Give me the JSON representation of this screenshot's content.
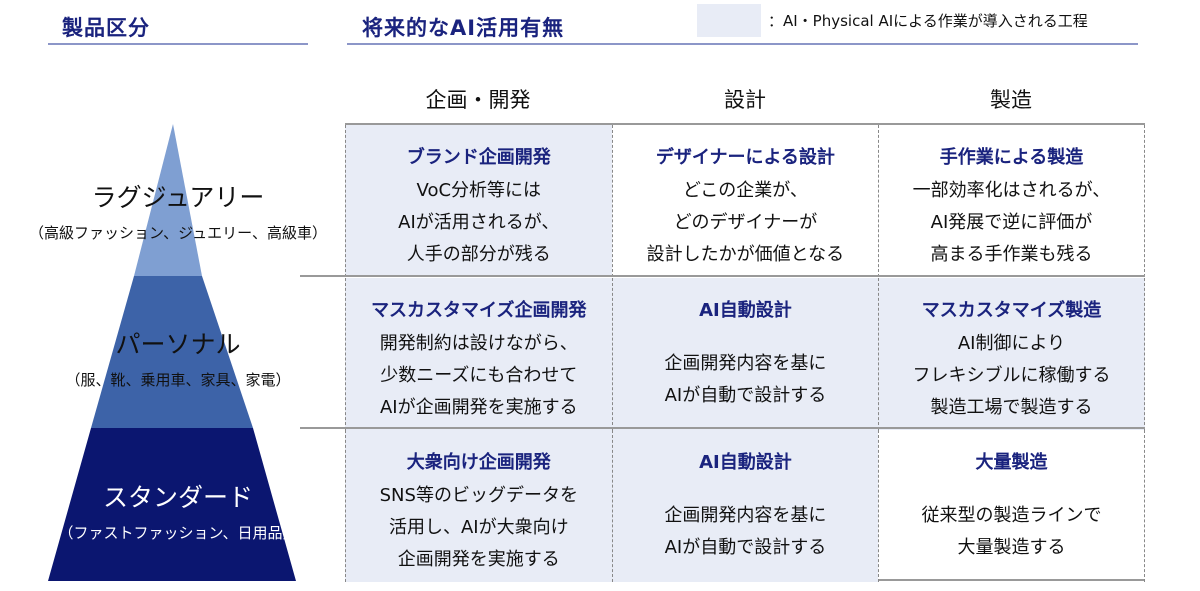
{
  "header": {
    "left_title": "製品区分",
    "right_title": "将来的なAI活用有無",
    "legend": "：AI・Physical AIによる作業が導入される工程"
  },
  "columns": [
    "企画・開発",
    "設計",
    "製造"
  ],
  "colors": {
    "luxury": "#7f9fd2",
    "personal": "#3d63a8",
    "standard": "#0b1670",
    "shade": "#e8ecf6",
    "accent": "#1a237e"
  },
  "rows": [
    {
      "label": "ラグジュアリー",
      "sub": "（高級ファッション、ジュエリー、高級車）",
      "cells": [
        {
          "title": "ブランド企画開発",
          "lines": [
            "VoC分析等には",
            "AIが活用されるが、",
            "人手の部分が残る"
          ],
          "ai": true
        },
        {
          "title": "デザイナーによる設計",
          "lines": [
            "どこの企業が、",
            "どのデザイナーが",
            "設計したかが価値となる"
          ],
          "ai": false
        },
        {
          "title": "手作業による製造",
          "lines": [
            "一部効率化はされるが、",
            "AI発展で逆に評価が",
            "高まる手作業も残る"
          ],
          "ai": false
        }
      ]
    },
    {
      "label": "パーソナル",
      "sub": "（服、靴、乗用車、家具、家電）",
      "cells": [
        {
          "title": "マスカスタマイズ企画開発",
          "lines": [
            "開発制約は設けながら、",
            "少数ニーズにも合わせて",
            "AIが企画開発を実施する"
          ],
          "ai": true
        },
        {
          "title": "AI自動設計",
          "lines": [
            "企画開発内容を基に",
            "AIが自動で設計する"
          ],
          "ai": true
        },
        {
          "title": "マスカスタマイズ製造",
          "lines": [
            "AI制御により",
            "フレキシブルに稼働する",
            "製造工場で製造する"
          ],
          "ai": true
        }
      ]
    },
    {
      "label": "スタンダード",
      "sub": "（ファストファッション、日用品）",
      "cells": [
        {
          "title": "大衆向け企画開発",
          "lines": [
            "SNS等のビッグデータを",
            "活用し、AIが大衆向け",
            "企画開発を実施する"
          ],
          "ai": true
        },
        {
          "title": "AI自動設計",
          "lines": [
            "企画開発内容を基に",
            "AIが自動で設計する"
          ],
          "ai": true
        },
        {
          "title": "大量製造",
          "lines": [
            "従来型の製造ラインで",
            "大量製造する"
          ],
          "ai": false
        }
      ]
    }
  ]
}
